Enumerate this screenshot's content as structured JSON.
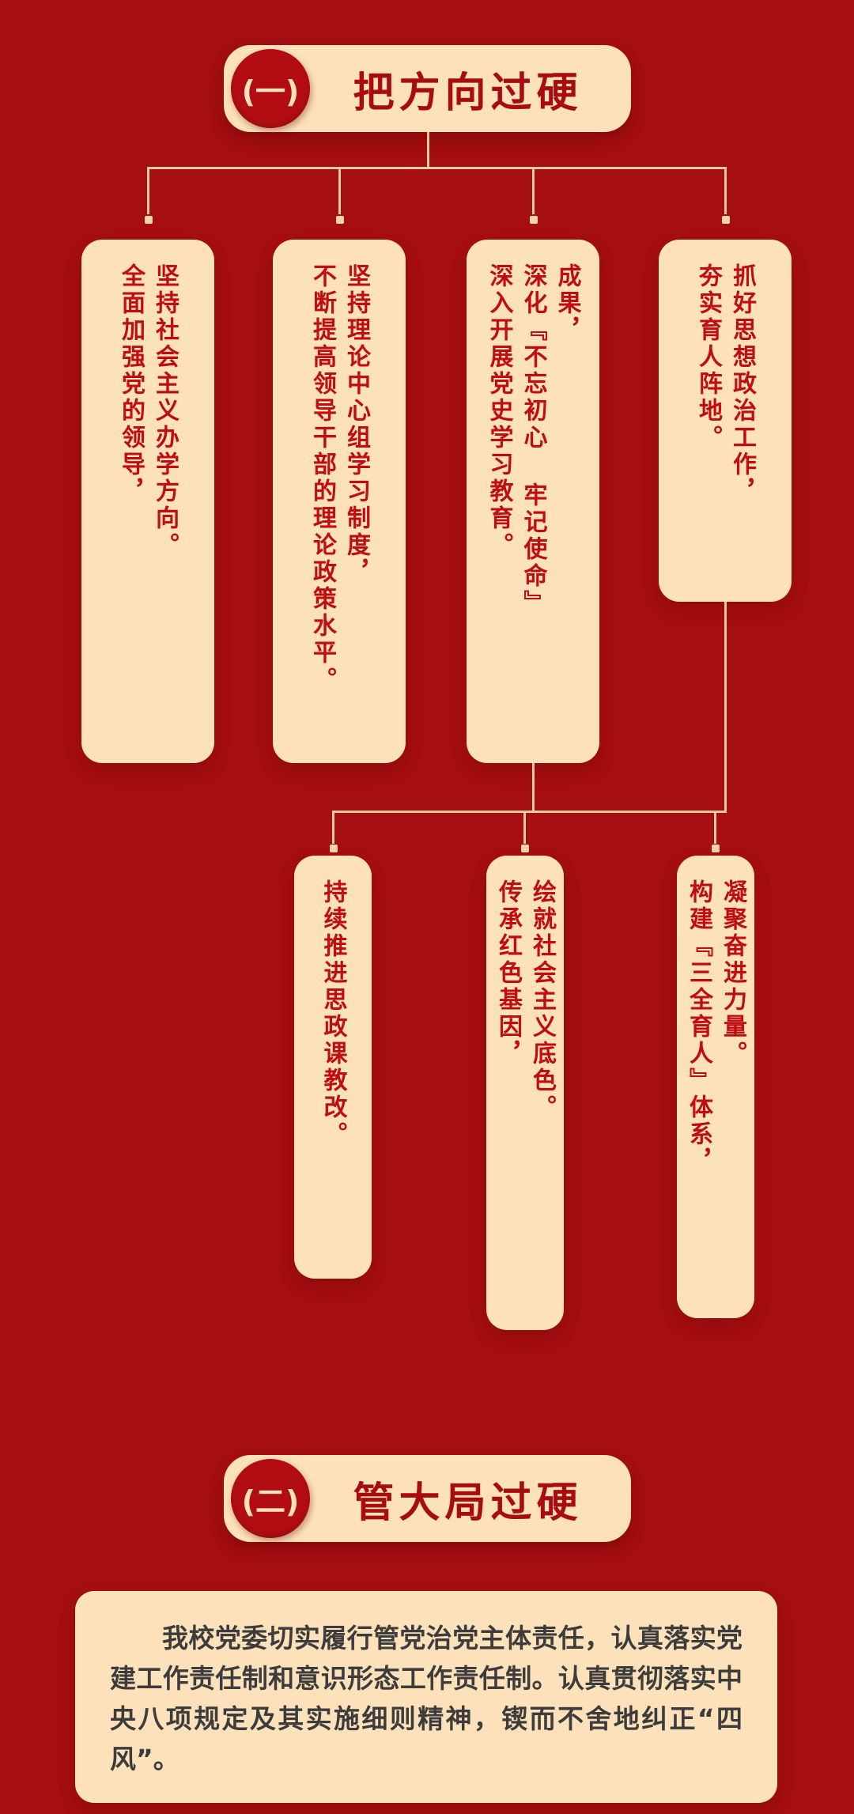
{
  "colors": {
    "background": "#a50e12",
    "card_background": "#fce1ba",
    "card_text": "#c00d12",
    "badge_circle": "#b20d12",
    "badge_number_text": "#fce1ba",
    "badge_title_text": "#a80c10",
    "connector_line": "#eccb9d",
    "paragraph_text": "#3c3c3c"
  },
  "section_one": {
    "badge": {
      "number": "(一)",
      "title": "把方向过硬"
    },
    "row1_cards": [
      {
        "columns": [
          "全面加强党的领导，",
          "坚持社会主义办学方向。"
        ]
      },
      {
        "columns": [
          "不断提高领导干部的理论政策水平。",
          "坚持理论中心组学习制度，"
        ]
      },
      {
        "columns": [
          "深入开展党史学习教育。",
          "深化『不忘初心 牢记使命』",
          "成果，"
        ]
      },
      {
        "columns": [
          "夯实育人阵地。",
          "抓好思想政治工作，"
        ]
      }
    ],
    "row2_cards": [
      {
        "columns": [
          "持续推进思政课教改。"
        ]
      },
      {
        "columns": [
          "传承红色基因，",
          "绘就社会主义底色。"
        ]
      },
      {
        "columns": [
          "构建『三全育人』体系，",
          "凝聚奋进力量。"
        ]
      }
    ]
  },
  "section_two": {
    "badge": {
      "number": "(二)",
      "title": "管大局过硬"
    },
    "paragraph": "我校党委切实履行管党治党主体责任，认真落实党建工作责任制和意识形态工作责任制。认真贯彻落实中央八项规定及其实施细则精神，锲而不舍地纠正“四风”。"
  }
}
